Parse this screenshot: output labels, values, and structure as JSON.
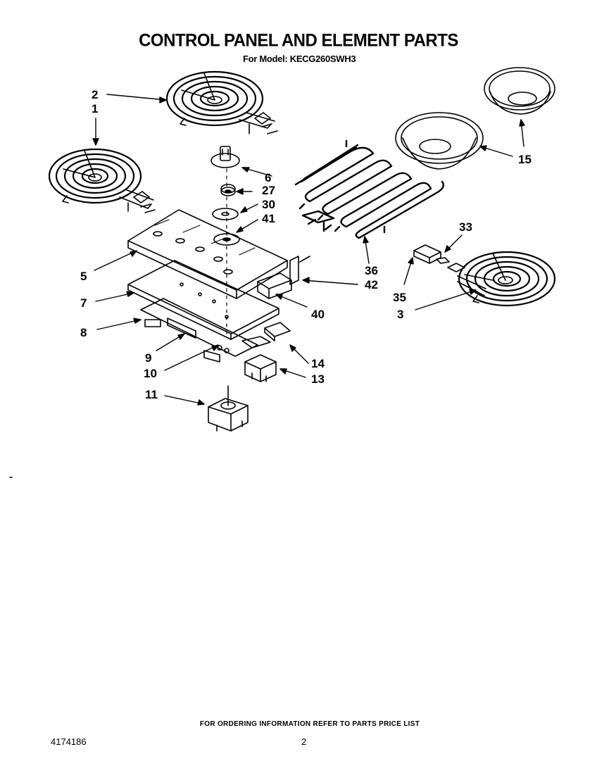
{
  "header": {
    "title": "CONTROL PANEL AND ELEMENT PARTS",
    "subtitle": "For Model: KECG260SWH3"
  },
  "callouts": [
    "1",
    "2",
    "3",
    "5",
    "6",
    "7",
    "8",
    "9",
    "10",
    "11",
    "13",
    "14",
    "15",
    "27",
    "30",
    "33",
    "35",
    "36",
    "40",
    "41",
    "42"
  ],
  "footer": {
    "ordering_note": "FOR ORDERING INFORMATION REFER TO PARTS PRICE LIST",
    "document_number": "4174186",
    "page_number": "2"
  }
}
